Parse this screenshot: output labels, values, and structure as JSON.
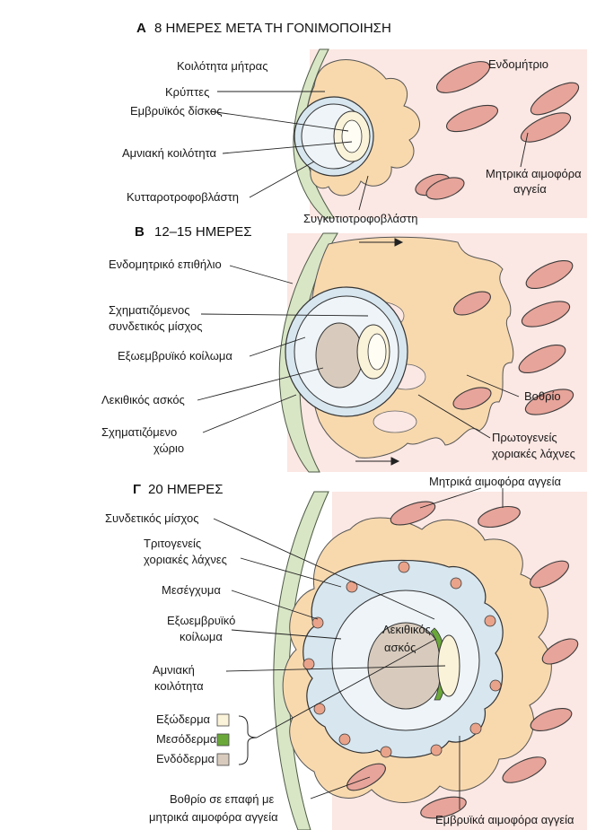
{
  "panels": {
    "A": {
      "letter": "A",
      "title": "8 ΗΜΕΡΕΣ ΜΕΤΑ ΤΗ ΓΟΝΙΜΟΠΟΙΗΣΗ"
    },
    "B": {
      "letter": "Β",
      "title": "12–15 ΗΜΕΡΕΣ"
    },
    "C": {
      "letter": "Γ",
      "title": "20 ΗΜΕΡΕΣ"
    }
  },
  "labels": {
    "uterine_cavity": "Κοιλότητα μήτρας",
    "endometrium": "Ενδομήτριο",
    "crypts": "Κρύπτες",
    "embryonic_disc": "Εμβρυϊκός δίσκος",
    "amniotic_cavity_a": "Αμνιακή κοιλότητα",
    "maternal_vessels_a_1": "Μητρικά αιμοφόρα",
    "maternal_vessels_a_2": "αγγεία",
    "cytotrophoblast": "Κυτταροτροφοβλάστη",
    "syncytiotrophoblast": "Συγκυτιοτροφοβλάστη",
    "endometrial_epithelium": "Ενδομητρικό επιθήλιο",
    "forming_connecting_stalk_1": "Σχηματιζόμενος",
    "forming_connecting_stalk_2": "συνδετικός μίσχος",
    "extraembryonic_coelom_b": "Εξωεμβρυϊκό κοίλωμα",
    "yolk_sac_b": "Λεκιθικός ασκός",
    "forming_space_1": "Σχηματιζόμενο",
    "forming_space_2": "χώριο",
    "lacuna": "Βοθρίο",
    "primary_villi_1": "Πρωτογενείς",
    "primary_villi_2": "χοριακές λάχνες",
    "maternal_vessels_c": "Μητρικά αιμοφόρα αγγεία",
    "connecting_stalk": "Συνδετικός μίσχος",
    "tertiary_villi_1": "Τριτογενείς",
    "tertiary_villi_2": "χοριακές λάχνες",
    "mesenchyme": "Μεσέγχυμα",
    "extraembryonic_coelom_c_1": "Εξωεμβρυϊκό",
    "extraembryonic_coelom_c_2": "κοίλωμα",
    "yolk_sac_c_1": "Λεκιθικός",
    "yolk_sac_c_2": "ασκός",
    "amniotic_cavity_c_1": "Αμνιακή",
    "amniotic_cavity_c_2": "κοιλότητα",
    "lacuna_contact_1": "Βοθρίο σε επαφή με",
    "lacuna_contact_2": "μητρικά αιμοφόρα αγγεία",
    "embryonic_vessels": "Εμβρυϊκά αιμοφόρα αγγεία"
  },
  "legend": {
    "items": [
      {
        "label": "Εξώδερμα",
        "color": "#fbf3d9"
      },
      {
        "label": "Μεσόδερμα",
        "color": "#6aa83a"
      },
      {
        "label": "Ενδόδερμα",
        "color": "#d8cbbd"
      }
    ]
  },
  "colors": {
    "endometrium_bg": "#fbe7e3",
    "syncytio": "#f8d9ae",
    "cyto": "#d7e6ef",
    "epithelium": "#d9e6c6",
    "vessel": "#e7a49a",
    "coelom": "#eef4f8"
  }
}
